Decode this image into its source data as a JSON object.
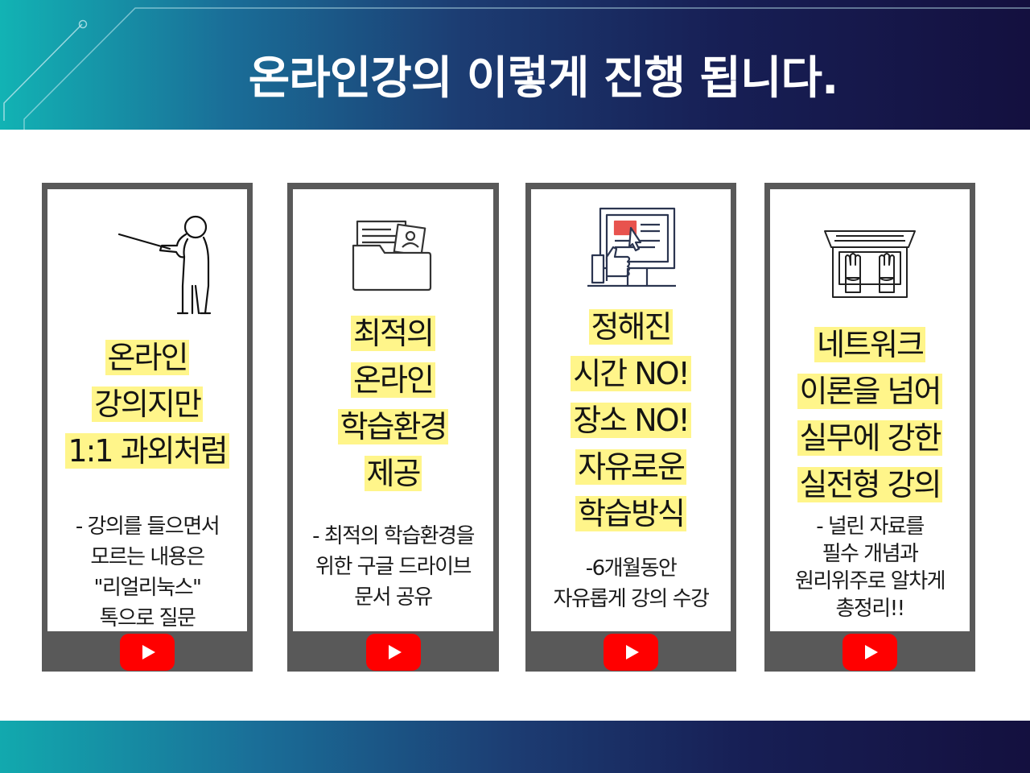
{
  "header": {
    "title": "온라인강의 이렇게 진행 됩니다."
  },
  "colors": {
    "highlight": "#fff58a",
    "card_frame": "#595959",
    "youtube_red": "#ff0000"
  },
  "cards": [
    {
      "icon": "teacher-pointer-icon",
      "headline": [
        "온라인",
        "강의지만",
        "1:1 과외처럼"
      ],
      "desc": [
        "- 강의를 들으면서",
        "모르는 내용은",
        "\"리얼리눅스\"",
        "톡으로 질문"
      ]
    },
    {
      "icon": "folder-documents-icon",
      "headline": [
        "최적의",
        "온라인",
        "학습환경",
        "제공"
      ],
      "desc": [
        "- 최적의 학습환경을",
        "위한 구글 드라이브",
        "문서 공유"
      ]
    },
    {
      "icon": "online-screen-like-icon",
      "headline": [
        "정해진",
        "시간 NO!",
        "장소 NO!",
        "자유로운",
        "학습방식"
      ],
      "desc": [
        "-6개월동안",
        "자유롭게 강의 수강"
      ]
    },
    {
      "icon": "laptop-typing-icon",
      "headline": [
        "네트워크",
        "이론을 넘어",
        "실무에 강한",
        "실전형 강의"
      ],
      "desc": [
        "- 널린 자료를",
        "필수 개념과",
        "원리위주로 알차게",
        "총정리!!"
      ]
    }
  ],
  "play_icon": "youtube-play-icon"
}
